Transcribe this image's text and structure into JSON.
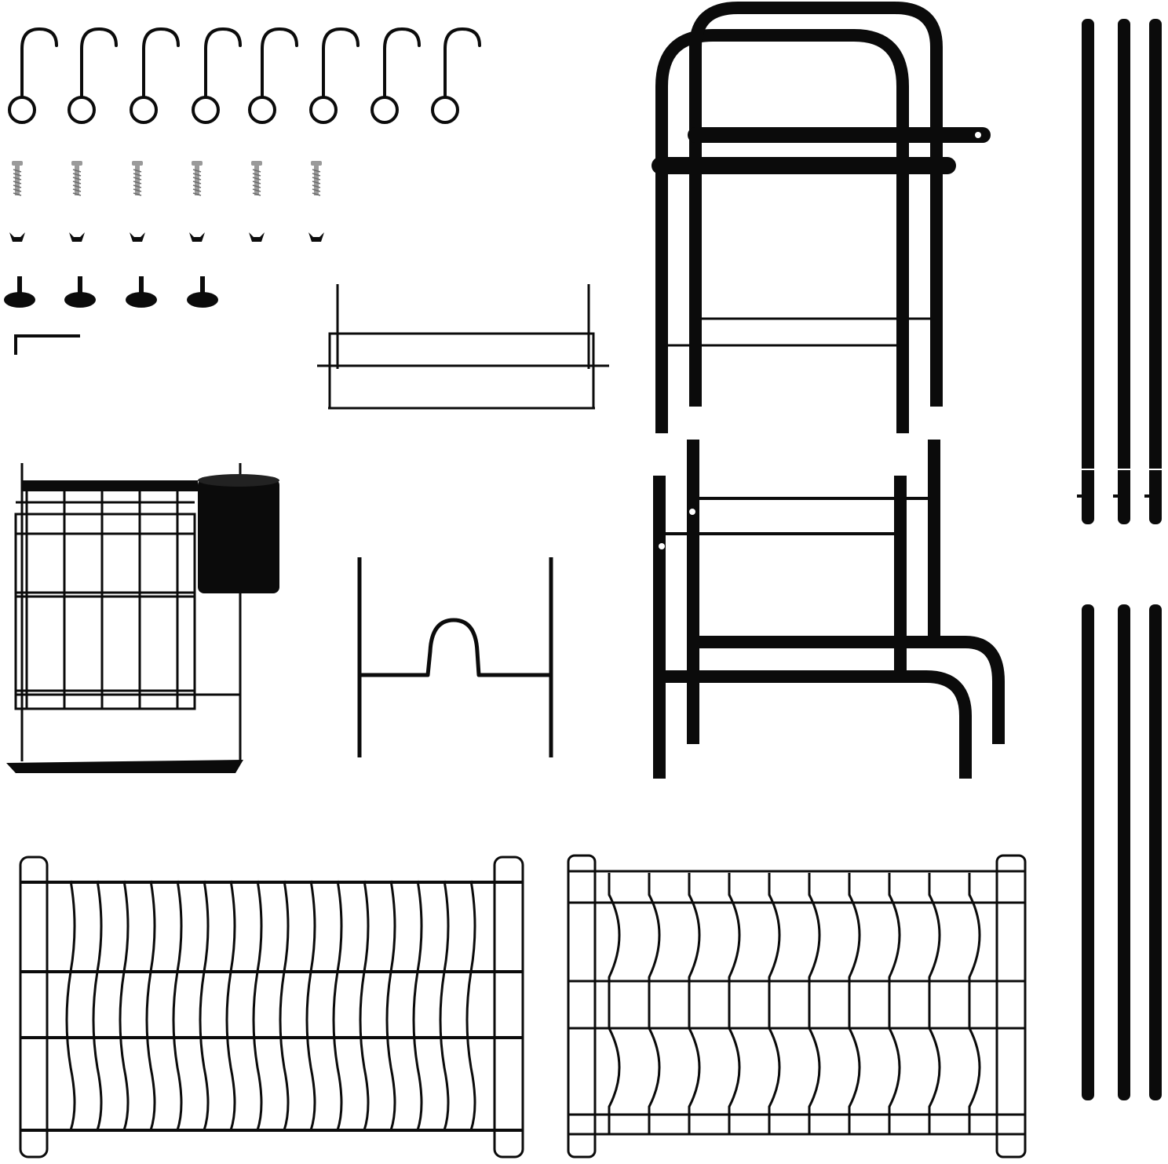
{
  "scene": {
    "background": "#ffffff",
    "part_color": "#0b0b0b",
    "screw_color": "#9a9a9a",
    "parts": [
      {
        "id": "s-hooks",
        "label": "",
        "count": 8
      },
      {
        "id": "screws",
        "label": "",
        "count": 6
      },
      {
        "id": "wall-anchors",
        "label": "",
        "count": 6
      },
      {
        "id": "adjustable-feet",
        "label": "",
        "count": 4
      },
      {
        "id": "allen-key",
        "label": "",
        "count": 1
      },
      {
        "id": "cutting-board-holder",
        "label": "",
        "count": 1
      },
      {
        "id": "side-basket-with-utensil-cup",
        "label": "",
        "count": 1
      },
      {
        "id": "cup-holder-wire",
        "label": "",
        "count": 1
      },
      {
        "id": "upper-frame",
        "label": "",
        "count": 1
      },
      {
        "id": "lower-frame",
        "label": "",
        "count": 1
      },
      {
        "id": "upper-poles",
        "label": "",
        "count": 3
      },
      {
        "id": "lower-poles",
        "label": "",
        "count": 3
      },
      {
        "id": "plate-rack",
        "label": "",
        "count": 1
      },
      {
        "id": "bowl-rack",
        "label": "",
        "count": 1
      }
    ]
  }
}
